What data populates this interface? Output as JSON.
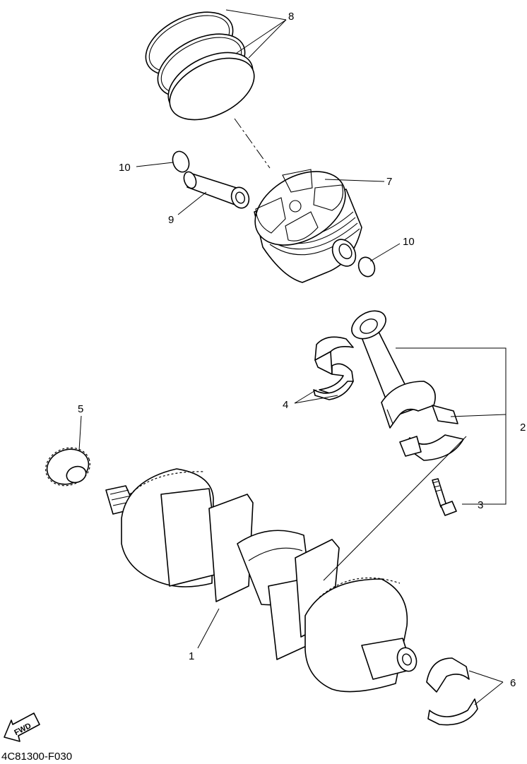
{
  "callouts": {
    "crankshaft": "1",
    "connecting_rod_assy": "2",
    "rod_bolt": "3",
    "big_end_bearing": "4",
    "crank_gear": "5",
    "journal_bearing": "6",
    "piston": "7",
    "piston_rings": "8",
    "piston_pin": "9",
    "pin_clip_left": "10",
    "pin_clip_right": "10"
  },
  "fwd_label": "FWD",
  "diagram_code": "4C81300-F030"
}
